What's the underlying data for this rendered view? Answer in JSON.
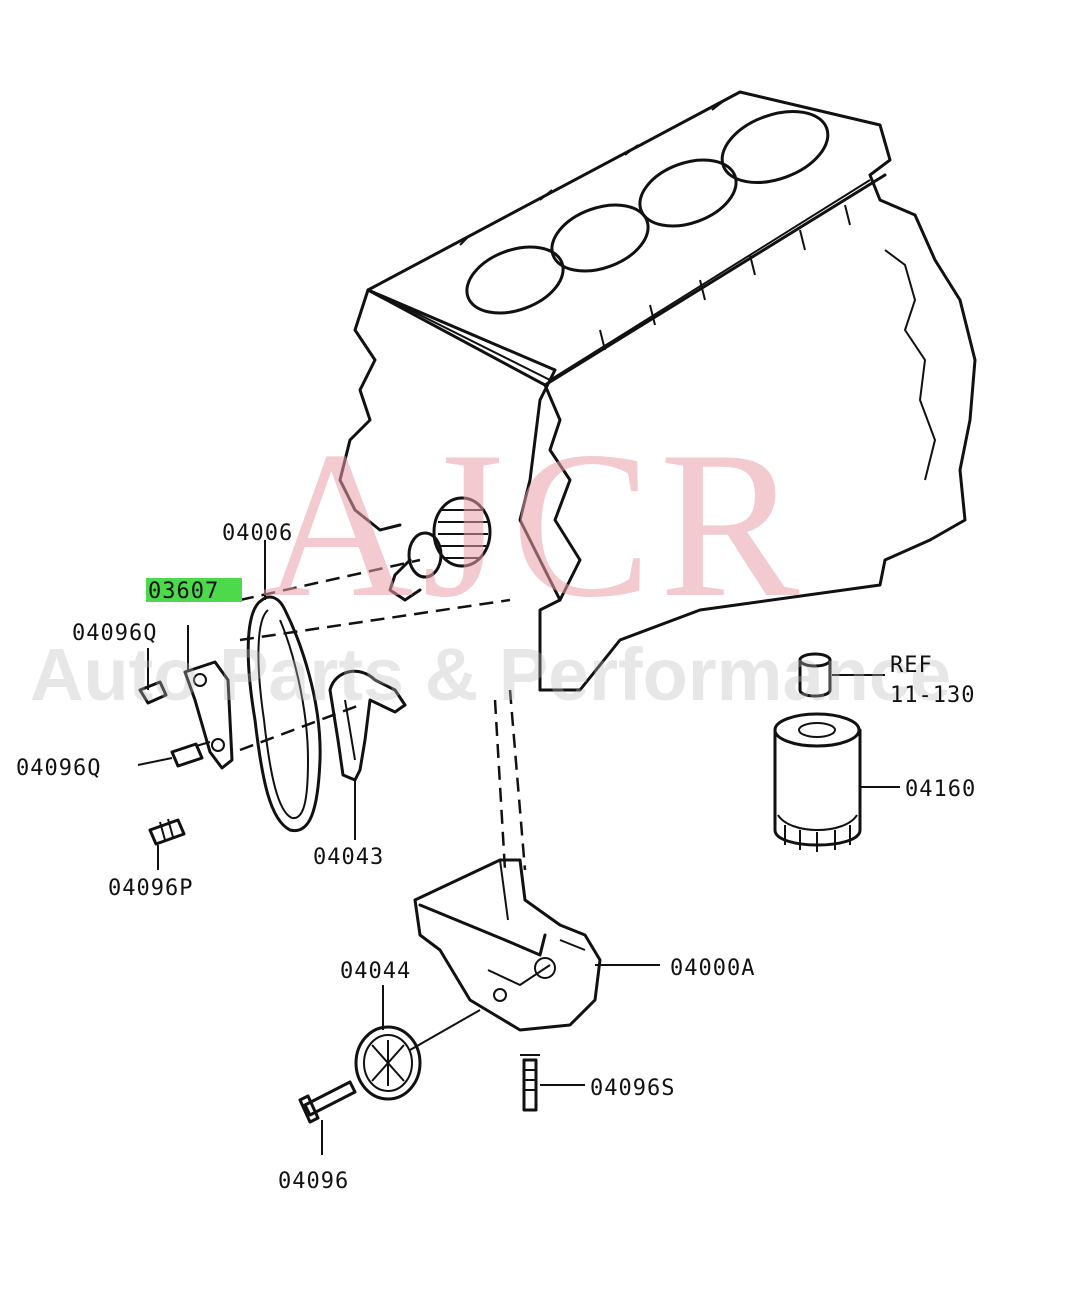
{
  "watermark": {
    "brand": "AJCR",
    "tagline": "Auto Parts & Performance",
    "brand_color": "#e8a0a8"
  },
  "highlight_color": "#4cd94c",
  "labels": {
    "p04006": "04006",
    "p03607": "03607",
    "p04096q_top": "04096Q",
    "p04096q_bottom": "04096Q",
    "p04096p": "04096P",
    "p04043": "04043",
    "ref_line1": "REF",
    "ref_line2": "11-130",
    "p04160": "04160",
    "p04044": "04044",
    "p04000a": "04000A",
    "p04096s": "04096S",
    "p04096": "04096"
  }
}
